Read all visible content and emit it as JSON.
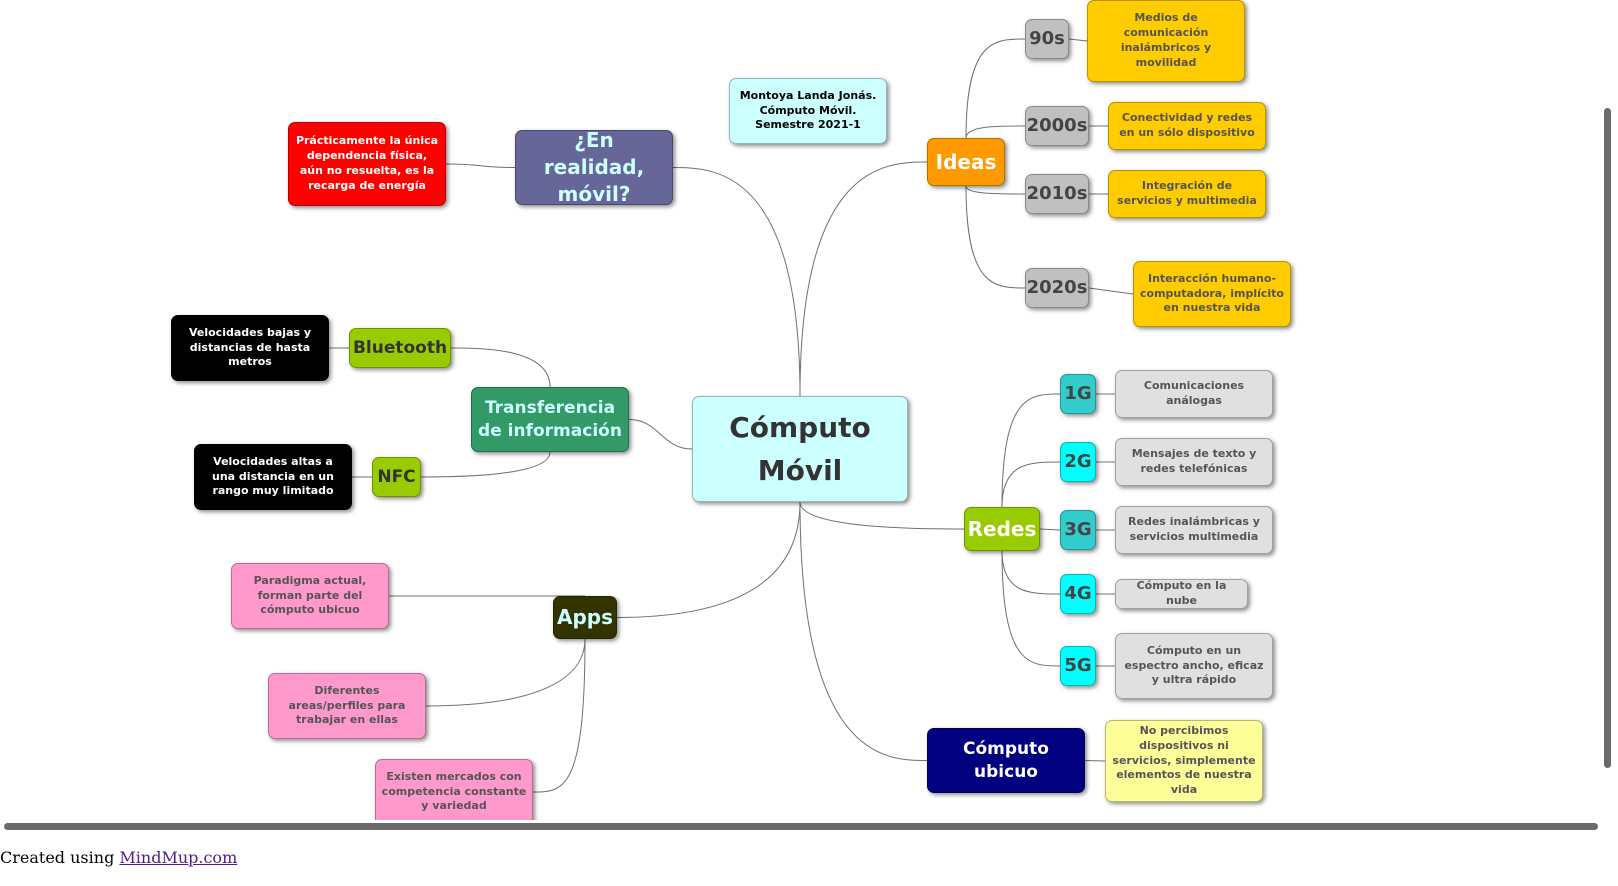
{
  "mindmap": {
    "root": {
      "label": "Cómputo Móvil",
      "color": "#ccffff"
    },
    "author": {
      "label": "Montoya Landa Jonás. Cómputo Móvil. Semestre 2021-1",
      "color": "#ccffff"
    },
    "en_realidad": {
      "label": "¿En realidad, móvil?",
      "color": "#666699",
      "child": {
        "label": "Prácticamente la única dependencia física, aún no resuelta, es la recarga de energía",
        "color": "#ff0000"
      }
    },
    "transferencia": {
      "label": "Transferencia de información",
      "color": "#339966",
      "bluetooth": {
        "label": "Bluetooth",
        "color": "#99cc00",
        "child": {
          "label": "Velocidades bajas y distancias de hasta metros",
          "color": "#000000"
        }
      },
      "nfc": {
        "label": "NFC",
        "color": "#99cc00",
        "child": {
          "label": "Velocidades altas a una distancia en un rango muy limitado",
          "color": "#000000"
        }
      }
    },
    "apps": {
      "label": "Apps",
      "color": "#333300",
      "children": [
        {
          "label": "Paradigma actual, forman parte del cómputo ubicuo",
          "color": "#ff99cc"
        },
        {
          "label": "Diferentes areas/perfiles para trabajar en ellas",
          "color": "#ff99cc"
        },
        {
          "label": "Existen mercados con competencia constante y variedad",
          "color": "#ff99cc"
        }
      ]
    },
    "ideas": {
      "label": "Ideas",
      "color": "#ff9900",
      "decades": [
        {
          "label": "90s",
          "color": "#c0c0c0",
          "child": {
            "label": "Medios de comunicación inalámbricos y movilidad",
            "color": "#ffcc00"
          }
        },
        {
          "label": "2000s",
          "color": "#c0c0c0",
          "child": {
            "label": "Conectividad y redes en un sólo dispositivo",
            "color": "#ffcc00"
          }
        },
        {
          "label": "2010s",
          "color": "#c0c0c0",
          "child": {
            "label": "Integración de servicios y multimedia",
            "color": "#ffcc00"
          }
        },
        {
          "label": "2020s",
          "color": "#c0c0c0",
          "child": {
            "label": "Interacción humano-computadora, implícito en nuestra vida",
            "color": "#ffcc00"
          }
        }
      ]
    },
    "redes": {
      "label": "Redes",
      "color": "#99cc00",
      "generations": [
        {
          "label": "1G",
          "color": "#33cccc",
          "child": {
            "label": "Comunicaciones análogas",
            "color": "#e0e0e0"
          }
        },
        {
          "label": "2G",
          "color": "#00ffff",
          "child": {
            "label": "Mensajes de texto y redes telefónicas",
            "color": "#e0e0e0"
          }
        },
        {
          "label": "3G",
          "color": "#33cccc",
          "child": {
            "label": "Redes inalámbricas y servicios multimedia",
            "color": "#e0e0e0"
          }
        },
        {
          "label": "4G",
          "color": "#00ffff",
          "child": {
            "label": "Cómputo en la nube",
            "color": "#e0e0e0"
          }
        },
        {
          "label": "5G",
          "color": "#00ffff",
          "child": {
            "label": "Cómputo en un espectro ancho, eficaz y ultra rápido",
            "color": "#e0e0e0"
          }
        }
      ]
    },
    "ubicuo": {
      "label": "Cómputo ubicuo",
      "color": "#000080",
      "child": {
        "label": "No percibimos dispositivos ni servicios, simplemente elementos de nuestra vida",
        "color": "#ffff99"
      }
    }
  },
  "footer": {
    "prefix": "Created using",
    "link_text": "MindMup.com"
  }
}
